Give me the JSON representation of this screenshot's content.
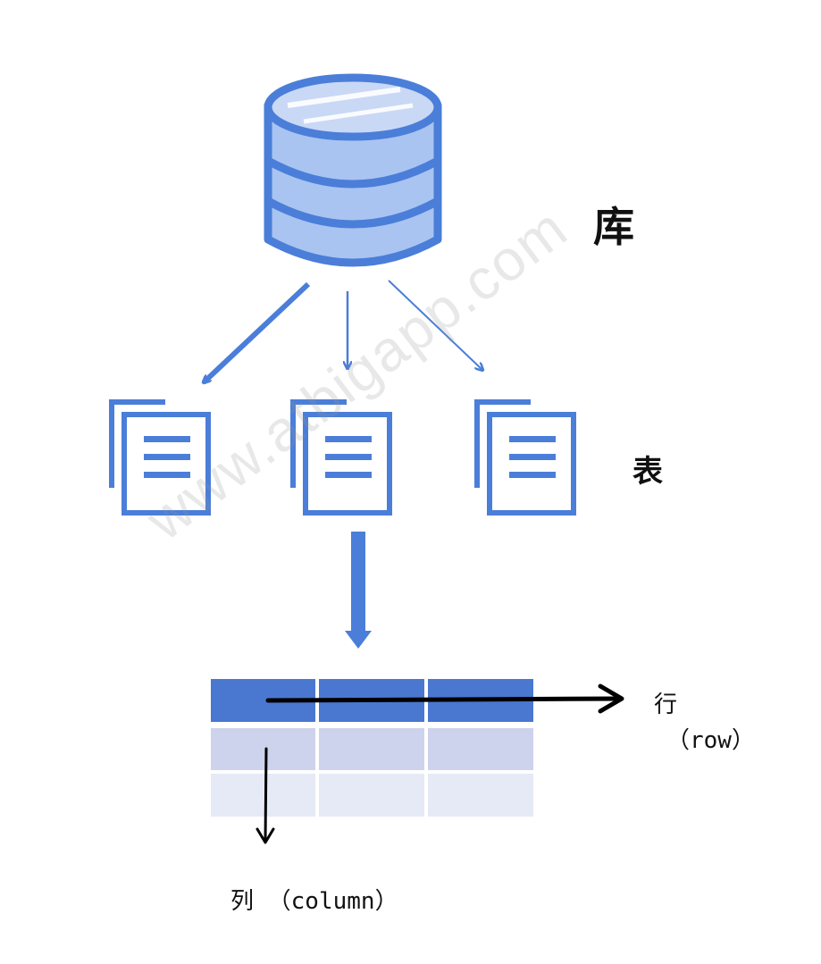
{
  "labels": {
    "database": "库",
    "table": "表",
    "row_cn": "行",
    "row_en": "（row）",
    "column": "列 （column）"
  },
  "watermark": "www.atbigapp.com",
  "colors": {
    "primary_blue": "#4A7ED9",
    "db_fill": "#A9C4F0",
    "table_header": "#4A77D0",
    "table_row1": "#CDD3EC",
    "table_row2": "#E6E9F6",
    "arrow_black": "#000000"
  },
  "icons": {
    "database": "database-icon",
    "document": "document-icon"
  }
}
